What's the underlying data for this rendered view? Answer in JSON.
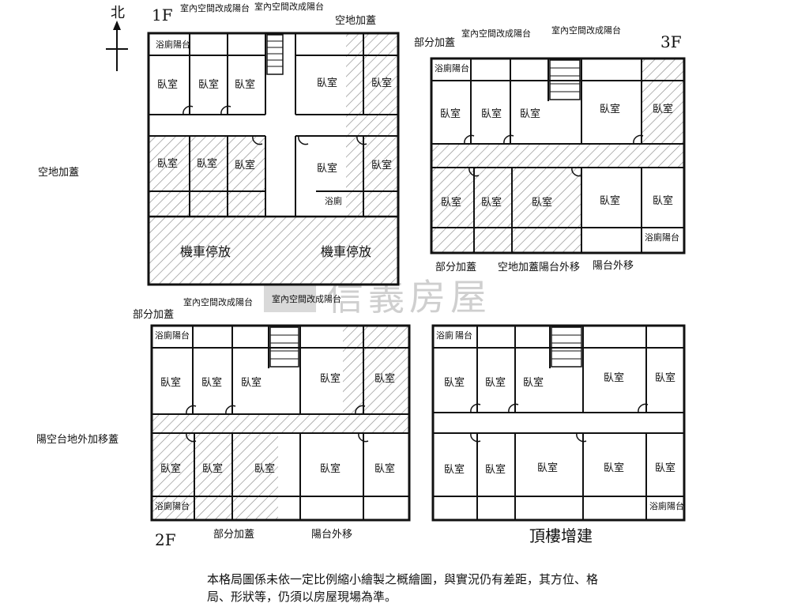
{
  "compass": {
    "label": "北"
  },
  "floors": {
    "f1": {
      "label": "1F"
    },
    "f2": {
      "label": "2F"
    },
    "f3": {
      "label": "3F"
    },
    "roof": {
      "label": "頂樓增建"
    }
  },
  "rooms": {
    "bedroom": "臥室",
    "bath": "浴廁",
    "balcony": "陽台",
    "parking": "機車停放"
  },
  "notes": {
    "indoor_to_balcony": "室內空間改成陽台",
    "land_cover": "空地加蓋",
    "partial_cover": "部分加蓋",
    "balcony_out": "陽台外移",
    "land_cover_balcony_out": "空地加蓋陽台外移",
    "balcony_land_out_cover": "陽空台地外加移蓋"
  },
  "watermark": {
    "brand": "信義房屋"
  },
  "disclaimer": "本格局圖係未依一定比例縮小繪製之概繪圖，與實況仍有差距，其方位、格局、形狀等，仍須以房屋現場為準。"
}
